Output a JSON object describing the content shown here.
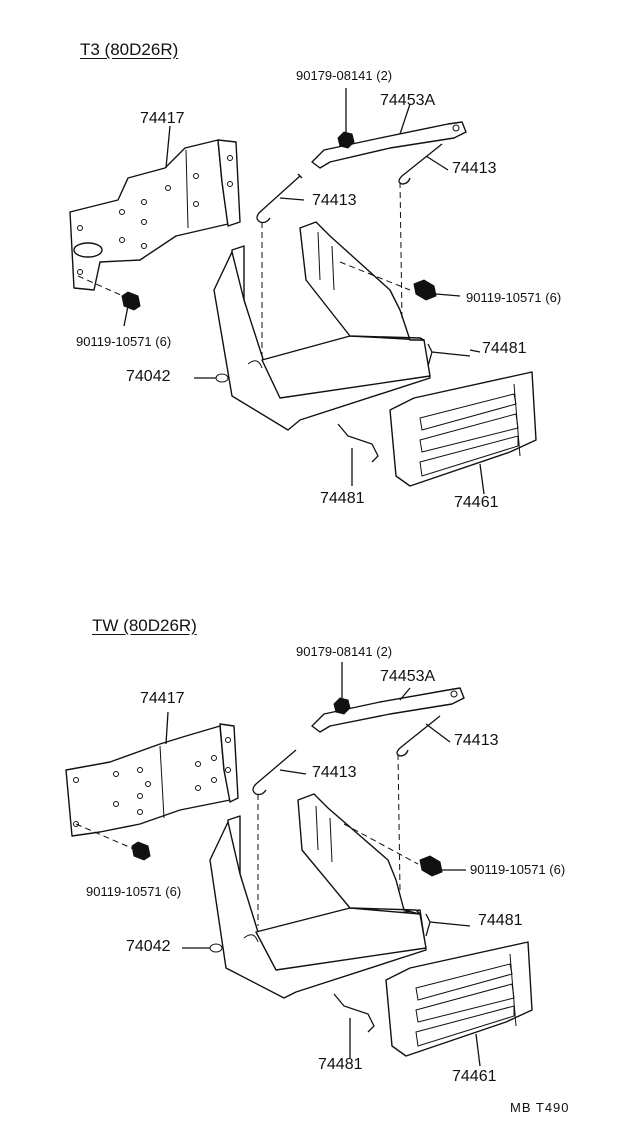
{
  "diagrams": [
    {
      "title": "T3 (80D26R)",
      "labels": {
        "nut": "90179-08141 (2)",
        "clamp": "74453A",
        "bracket": "74417",
        "rod_right": "74413",
        "rod_left": "74413",
        "bolt_right": "90119-10571 (6)",
        "bolt_left": "90119-10571 (6)",
        "hook_right": "74481",
        "tray": "74042",
        "hook_bottom": "74481",
        "cover": "74461"
      }
    },
    {
      "title": "TW (80D26R)",
      "labels": {
        "nut": "90179-08141 (2)",
        "clamp": "74453A",
        "bracket": "74417",
        "rod_right": "74413",
        "rod_left": "74413",
        "bolt_right": "90119-10571 (6)",
        "bolt_left": "90119-10571 (6)",
        "hook_right": "74481",
        "tray": "74042",
        "hook_bottom": "74481",
        "cover": "74461"
      }
    }
  ],
  "footer": "MB  T490"
}
